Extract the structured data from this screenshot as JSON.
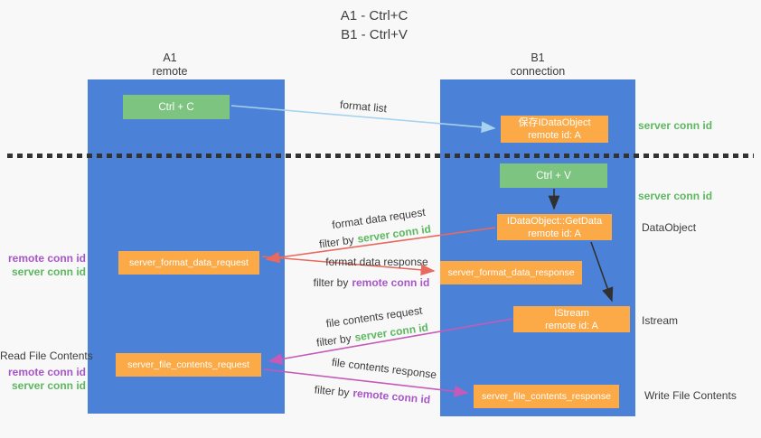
{
  "header": {
    "title_line1": "A1 - Ctrl+C",
    "title_line2": "B1 - Ctrl+V"
  },
  "lanes": {
    "a": {
      "name": "A1",
      "role": "remote"
    },
    "b": {
      "name": "B1",
      "role": "connection"
    }
  },
  "nodes": {
    "ctrl_c": {
      "label": "Ctrl + C"
    },
    "ctrl_v": {
      "label": "Ctrl + V"
    },
    "save_idataobject": {
      "line1": "保存IDataObject",
      "line2": "remote id: A"
    },
    "getdata": {
      "line1": "IDataObject::GetData",
      "line2": "remote id: A"
    },
    "istream": {
      "line1": "IStream",
      "line2": "remote id: A"
    },
    "format_request": {
      "label": "server_format_data_request"
    },
    "format_response": {
      "label": "server_format_data_response"
    },
    "file_request": {
      "label": "server_file_contents_request"
    },
    "file_response": {
      "label": "server_file_contents_response"
    }
  },
  "edge_labels": {
    "format_list": "format list",
    "format_data_request": "format data request",
    "format_data_response": "format data response",
    "file_contents_request": "file contents request",
    "file_contents_response": "file contents response",
    "filter_by": "filter by",
    "server_conn_id": "server conn id",
    "remote_conn_id": "remote conn id"
  },
  "side_labels": {
    "right_server_conn_top": "server conn id",
    "right_server_conn_mid": "server conn id",
    "dataobject": "DataObject",
    "istream": "Istream",
    "write_file_contents": "Write File Contents",
    "read_file_contents": "Read File Contents",
    "left_remote_conn_top": "remote conn id",
    "left_server_conn_top": "server conn id",
    "left_remote_conn_bottom": "remote conn id",
    "left_server_conn_bottom": "server conn id"
  },
  "colors": {
    "lane_blue": "#4b82d8",
    "box_orange": "#fbaa47",
    "box_green": "#7cc47f",
    "arrow_light_blue": "#a5d2ef",
    "arrow_salmon": "#e8695e",
    "arrow_magenta": "#c55ab8",
    "arrow_black": "#303030",
    "text_green": "#5cb85f",
    "text_purple": "#a855c8",
    "text_dark": "#3c3c3c",
    "background": "#f8f8f8"
  }
}
